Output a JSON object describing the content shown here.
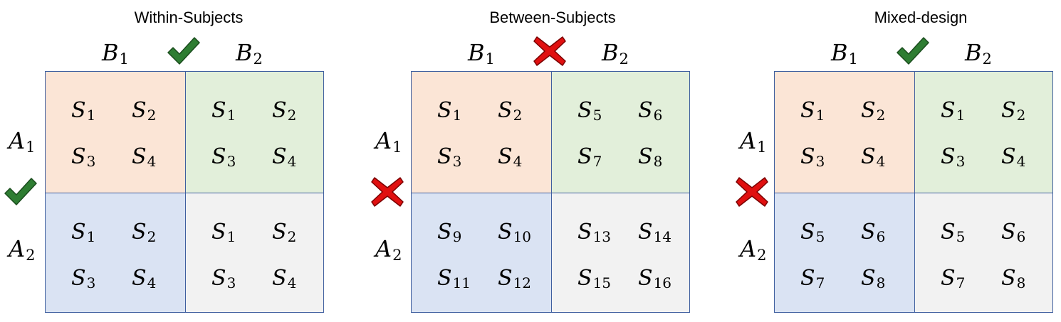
{
  "colors": {
    "a1b1": "#fbe5d6",
    "a1b2": "#e2efda",
    "a2b1": "#dae3f3",
    "a2b2": "#f2f2f2",
    "border": "#3f5f9f",
    "check": "#2e7d32",
    "cross": "#e01010"
  },
  "factors": {
    "a_letter": "A",
    "a1_sub": "1",
    "a2_sub": "2",
    "b_letter": "B",
    "b1_sub": "1",
    "b2_sub": "2",
    "s_letter": "S"
  },
  "panels": [
    {
      "title": "Within-Subjects",
      "b_mark": "check-icon",
      "a_mark": "check-icon",
      "cells": [
        [
          "1",
          "2",
          "3",
          "4"
        ],
        [
          "1",
          "2",
          "3",
          "4"
        ],
        [
          "1",
          "2",
          "3",
          "4"
        ],
        [
          "1",
          "2",
          "3",
          "4"
        ]
      ]
    },
    {
      "title": "Between-Subjects",
      "b_mark": "cross-icon",
      "a_mark": "cross-icon",
      "cells": [
        [
          "1",
          "2",
          "3",
          "4"
        ],
        [
          "5",
          "6",
          "7",
          "8"
        ],
        [
          "9",
          "10",
          "11",
          "12"
        ],
        [
          "13",
          "14",
          "15",
          "16"
        ]
      ]
    },
    {
      "title": "Mixed-design",
      "b_mark": "check-icon",
      "a_mark": "cross-icon",
      "cells": [
        [
          "1",
          "2",
          "3",
          "4"
        ],
        [
          "1",
          "2",
          "3",
          "4"
        ],
        [
          "5",
          "6",
          "7",
          "8"
        ],
        [
          "5",
          "6",
          "7",
          "8"
        ]
      ]
    }
  ]
}
